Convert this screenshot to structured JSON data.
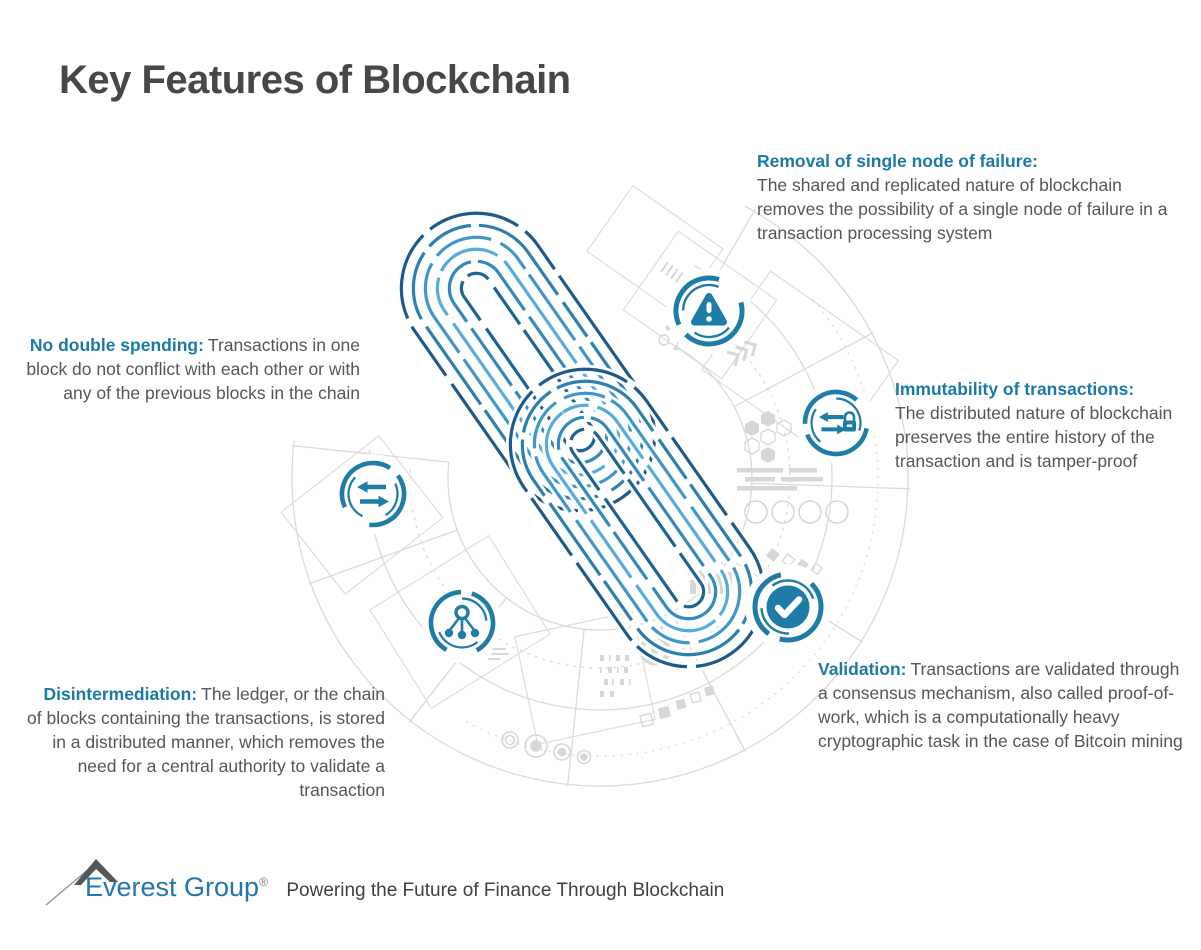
{
  "page": {
    "title": "Key Features of Blockchain"
  },
  "features": [
    {
      "id": "removal-of-single-node-of-failure",
      "heading": "Removal of single node of failure:",
      "body": "The shared and replicated nature of blockchain removes the possibility of a single node of failure in a transaction processing system",
      "icon": "alert-triangle-icon"
    },
    {
      "id": "no-double-spending",
      "heading": "No double spending:",
      "body": "Transactions in one block do not conflict with each other or with any of the previous blocks in the chain",
      "icon": "exchange-arrows-icon"
    },
    {
      "id": "immutability-of-transactions",
      "heading": "Immutability of transactions:",
      "body": "The distributed nature of blockchain preserves the entire history of the transaction and is tamper-proof",
      "icon": "exchange-lock-icon"
    },
    {
      "id": "disintermediation",
      "heading": "Disintermediation:",
      "body": "The ledger, or the chain of blocks containing the transactions, is stored in a distributed manner, which removes the need for a central authority to validate a transaction",
      "icon": "network-nodes-icon"
    },
    {
      "id": "validation",
      "heading": "Validation:",
      "body": "Transactions are validated through a consensus mechanism, also called proof-of-work, which is a computationally heavy cryptographic task in the case of Bitcoin mining",
      "icon": "check-circle-icon"
    }
  ],
  "footer": {
    "brand": "Everest Group",
    "registered": "®",
    "tagline": "Powering the Future of Finance Through Blockchain"
  },
  "colors": {
    "accent_blue": "#1b7aa8",
    "icon_blue": "#1e7ca6",
    "title_text": "#47474a",
    "body_text": "#54565a",
    "chain_dark": "#1d5a8a",
    "chain_light": "#55acdd",
    "circuit_gray": "#d9dadc",
    "brand_blue": "#2077ae"
  }
}
